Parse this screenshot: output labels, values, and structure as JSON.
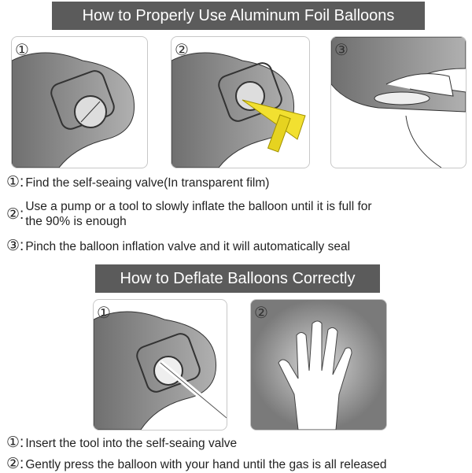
{
  "inflate": {
    "title": "How to Properly Use Aluminum Foil Balloons",
    "panels": [
      "①",
      "②",
      "③"
    ],
    "steps": [
      {
        "num": "①:",
        "text": "Find the self-seaing valve(In transparent film)"
      },
      {
        "num": "②:",
        "text": "Use a pump or a tool to slowly inflate the balloon until it is full for",
        "text2": "the 90% is enough"
      },
      {
        "num": "③:",
        "text": "Pinch the balloon inflation valve and it will automatically seal"
      }
    ]
  },
  "deflate": {
    "title": "How to Deflate Balloons Correctly",
    "panels": [
      "①",
      "②"
    ],
    "steps": [
      {
        "num": "①:",
        "text": "Insert the tool into the self-seaing valve"
      },
      {
        "num": "②:",
        "text": "Gently press the balloon with your hand until the gas is all released"
      }
    ]
  },
  "colors": {
    "bar": "#5b5b5b",
    "foil": "#8a8a8a",
    "pump": "#f2e030"
  }
}
